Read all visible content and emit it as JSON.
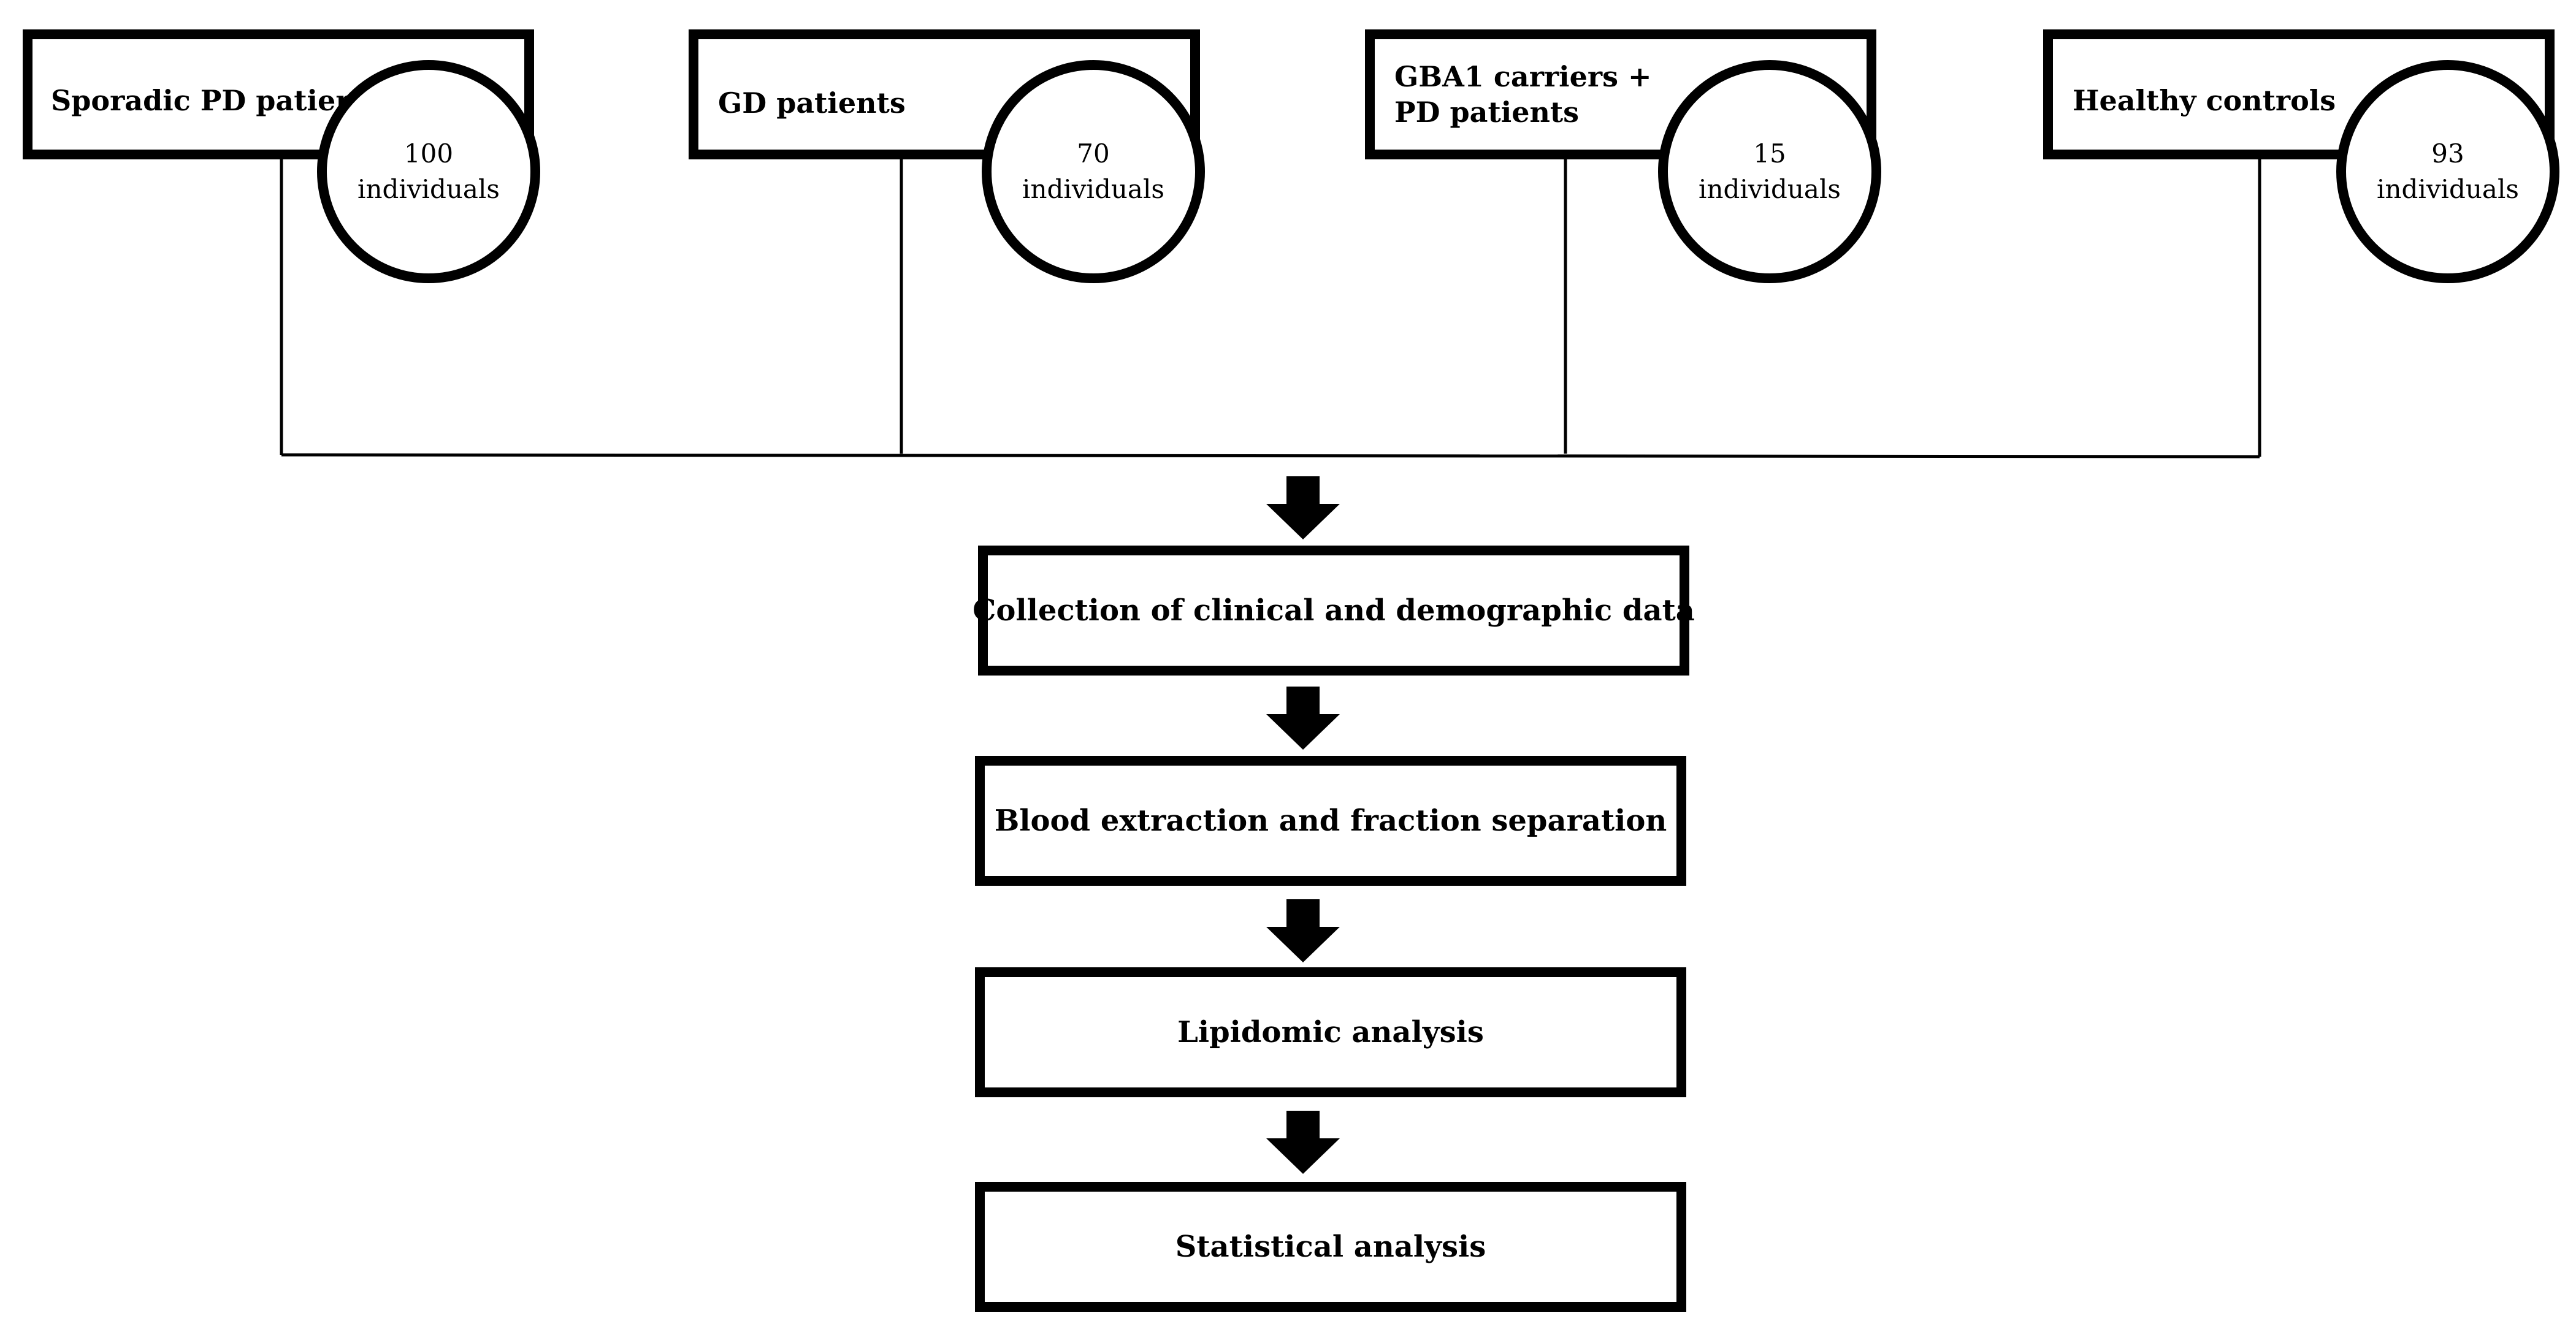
{
  "groups": [
    {
      "label_lines": [
        "Sporadic PD patients",
        ""
      ],
      "count": "100",
      "unit": "individuals"
    },
    {
      "label_lines": [
        "GD patients",
        ""
      ],
      "count": "70",
      "unit": "individuals"
    },
    {
      "label_lines": [
        "GBA1 carriers +",
        "PD patients"
      ],
      "count": "15",
      "unit": "individuals"
    },
    {
      "label_lines": [
        "Healthy controls",
        ""
      ],
      "count": "93",
      "unit": "individuals"
    }
  ],
  "steps": [
    {
      "label": "Collection of clinical and demographic data"
    },
    {
      "label": "Blood extraction and fraction separation"
    },
    {
      "label": "Lipidomic analysis"
    },
    {
      "label": "Statistical analysis"
    }
  ]
}
